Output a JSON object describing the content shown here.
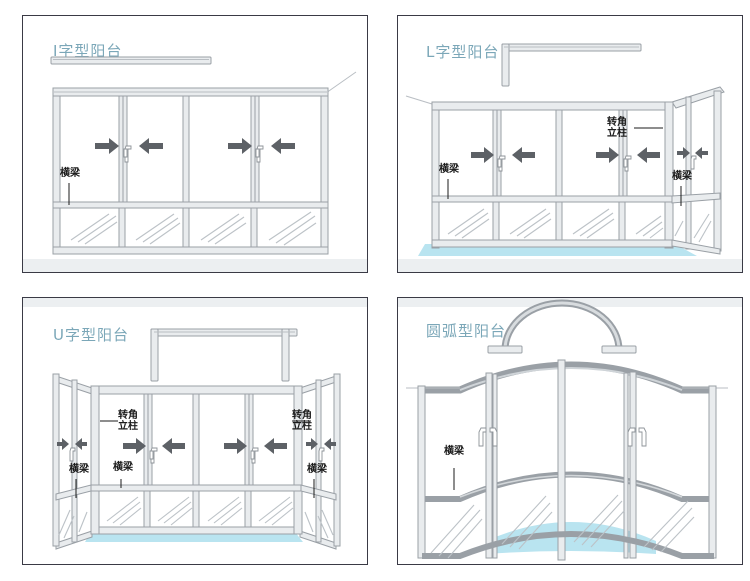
{
  "figure": {
    "kind": "balcony-glazing-diagram-grid",
    "columns": 2,
    "rows": 2
  },
  "palette": {
    "title_blue": "#7ba7b8",
    "frame_gray": "#9aa0a6",
    "frame_fill": "#e9ecee",
    "glass_line": "#c9ced3",
    "floor_cyan": "#b9e4f0",
    "label_black": "#1b1b1b",
    "panel_border": "#3a3a45",
    "band_gray": "#eceff1"
  },
  "panels": [
    {
      "id": "i-shape",
      "title": "I字型阳台",
      "rail_type": "straight",
      "bays": 4,
      "sliding_pairs": 2,
      "labels": [
        {
          "name": "crossbeam-left",
          "text": "横梁"
        }
      ],
      "floor": false
    },
    {
      "id": "l-shape",
      "title": "L字型阳台",
      "rail_type": "l-bracket",
      "bays": 4,
      "sliding_pairs": 2,
      "side_wing": "right",
      "labels": [
        {
          "name": "corner-column",
          "text": "转角\n立柱",
          "line1": "转角",
          "line2": "立柱"
        },
        {
          "name": "crossbeam-left",
          "text": "横梁"
        },
        {
          "name": "crossbeam-right",
          "text": "横梁"
        }
      ],
      "floor": true
    },
    {
      "id": "u-shape",
      "title": "U字型阳台",
      "rail_type": "u-bracket",
      "bays": 4,
      "sliding_pairs": 2,
      "side_wing": "both",
      "labels": [
        {
          "name": "corner-column-left",
          "line1": "转角",
          "line2": "立柱"
        },
        {
          "name": "corner-column-right",
          "line1": "转角",
          "line2": "立柱"
        },
        {
          "name": "crossbeam-far-left",
          "text": "横梁"
        },
        {
          "name": "crossbeam-left",
          "text": "横梁"
        },
        {
          "name": "crossbeam-right",
          "text": "横梁"
        }
      ],
      "floor": true
    },
    {
      "id": "arc-shape",
      "title": "圆弧型阳台",
      "rail_type": "arch",
      "bays": 4,
      "sliding_pairs": 2,
      "labels": [
        {
          "name": "crossbeam-left",
          "text": "横梁"
        }
      ],
      "floor": true
    }
  ]
}
